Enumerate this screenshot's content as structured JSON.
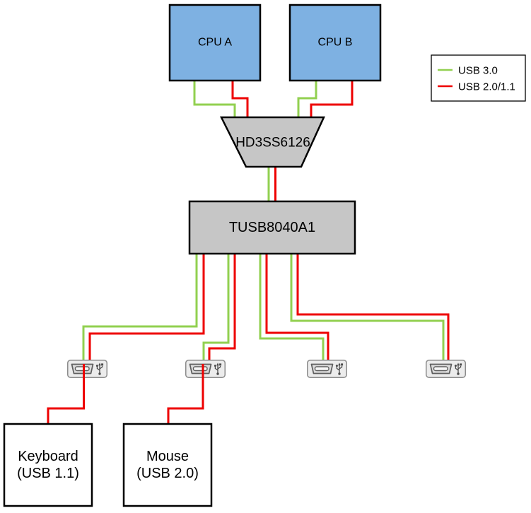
{
  "diagram": {
    "cpu_a_label": "CPU A",
    "cpu_b_label": "CPU B",
    "mux_label": "HD3SS6126",
    "hub_label": "TUSB8040A1",
    "keyboard_line1": "Keyboard",
    "keyboard_line2": "(USB 1.1)",
    "mouse_line1": "Mouse",
    "mouse_line2": "(USB 2.0)"
  },
  "legend": {
    "items": [
      {
        "label": "USB 3.0",
        "color": "#92D050"
      },
      {
        "label": "USB 2.0/1.1",
        "color": "#EE0000"
      }
    ]
  },
  "icons": {
    "usb_port": "mini-usb-receptacle-icon",
    "usb_symbol": "usb-trident-icon"
  },
  "colors": {
    "usb3_green": "#92D050",
    "usb2_red": "#EE0000",
    "cpu_blue": "#7EB1E2",
    "chip_gray": "#C6C6C6"
  }
}
